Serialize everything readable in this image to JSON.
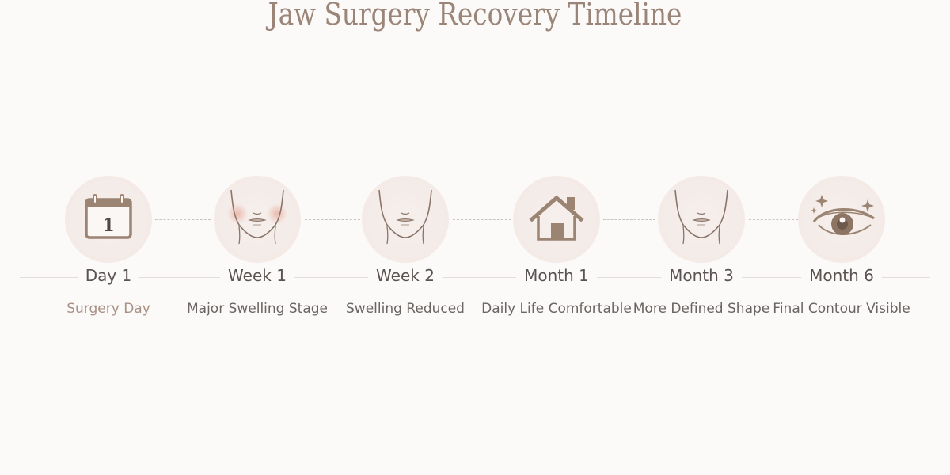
{
  "title": "Jaw Surgery Recovery Timeline",
  "colors": {
    "background": "#fcf9f9",
    "title": "#9a8578",
    "icon_brown": "#9b8472",
    "circle_fill": "#f4ebe7",
    "label_text": "#5a5352",
    "desc_text": "#6a6462",
    "accent_desc": "#a89083",
    "dashed_line": "#c9c3c2",
    "blush": "#eebfb3"
  },
  "steps": [
    {
      "label": "Day 1",
      "description": "Surgery Day",
      "icon": "calendar-icon",
      "icon_text": "1"
    },
    {
      "label": "Week 1",
      "description": "Major Swelling Stage",
      "icon": "swollen-face-icon"
    },
    {
      "label": "Week 2",
      "description": "Swelling Reduced",
      "icon": "face-icon"
    },
    {
      "label": "Month 1",
      "description": "Daily Life Comfortable",
      "icon": "house-icon"
    },
    {
      "label": "Month 3",
      "description": "More Defined Shape",
      "icon": "face-icon"
    },
    {
      "label": "Month 6",
      "description": "Final Contour Visible",
      "icon": "eye-sparkle-icon"
    }
  ]
}
